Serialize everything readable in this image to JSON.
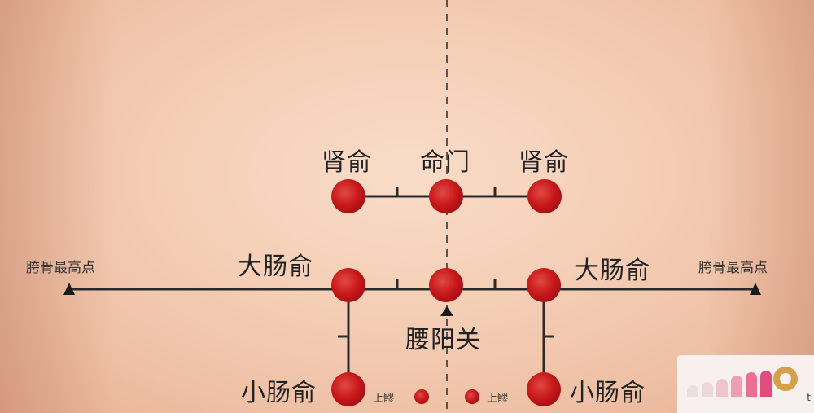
{
  "labels": {
    "shenshu_left": "肾俞",
    "mingmen": "命门",
    "shenshu_right": "肾俞",
    "dachangshu_left": "大肠俞",
    "dachangshu_right": "大肠俞",
    "yaoyangguan": "腰阳关",
    "xiaochangshu_left": "小肠俞",
    "xiaochangshu_right": "小肠俞",
    "iliac_left": "胯骨最高点",
    "iliac_right": "胯骨最高点",
    "shangliao_left": "上髎",
    "shangliao_right": "上髎",
    "watermark_t": "t"
  },
  "colors": {
    "point": "#c8181b",
    "point_highlight": "#e04a44",
    "line": "#2a2a2a",
    "spine_dash": "#555555",
    "skin": "#f5cfb7"
  }
}
